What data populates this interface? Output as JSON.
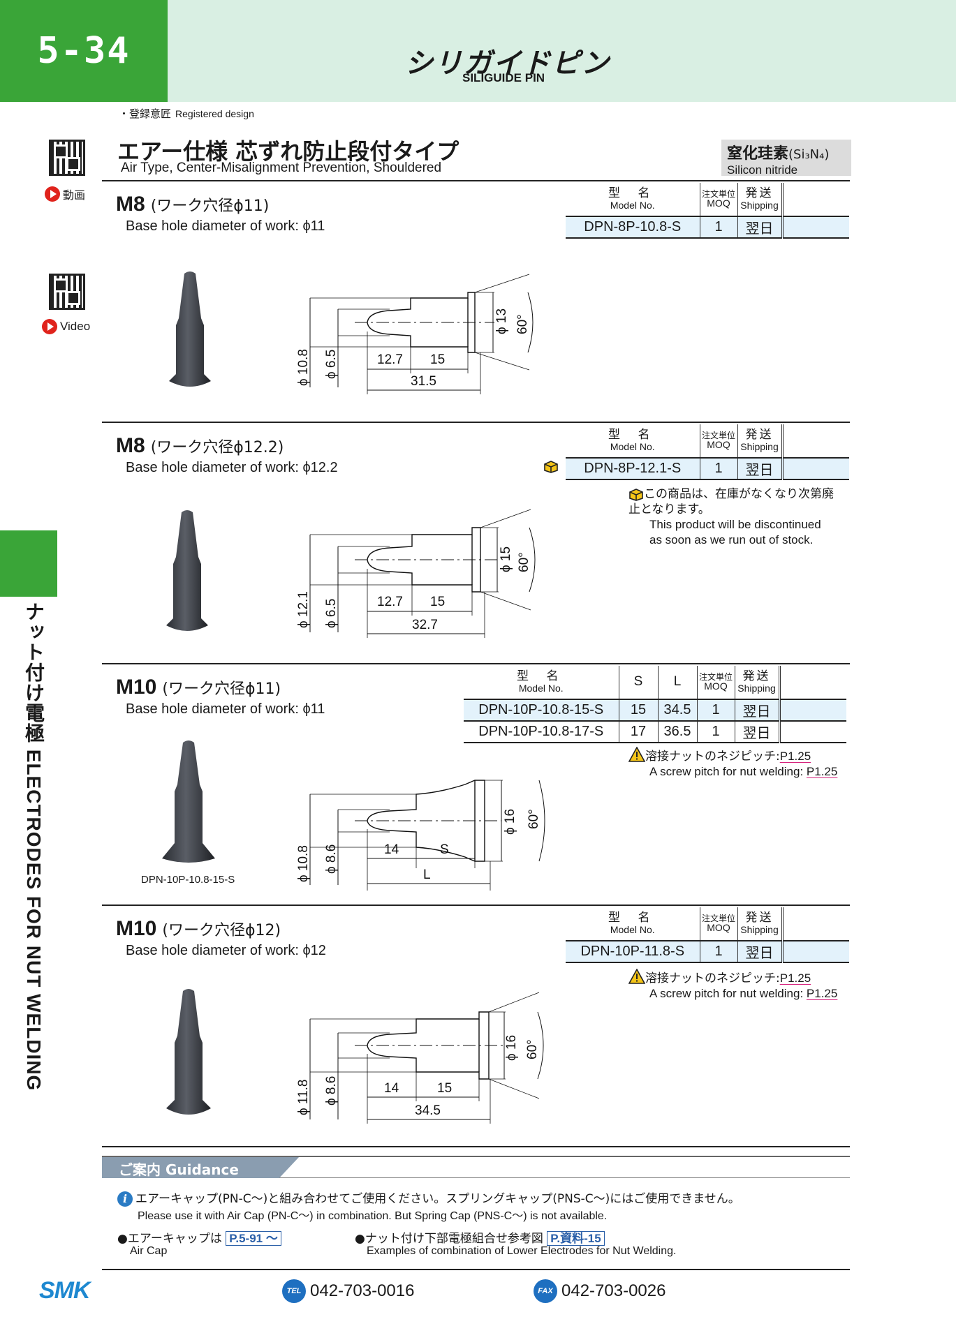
{
  "header": {
    "page_number": "5-34",
    "brand_jp": "シリガイドピン",
    "brand_en": "SILIGUIDE PIN"
  },
  "registered": {
    "jp": "・登録意匠",
    "en": "Registered design"
  },
  "video": {
    "label_jp": "動画",
    "label_en": "Video"
  },
  "title": {
    "jp": "エアー仕様 芯ずれ防止段付タイプ",
    "en": "Air Type, Center-Misalignment Prevention, Shouldered"
  },
  "material": {
    "jp": "窒化珪素",
    "formula": "(Si₃N₄)",
    "en": "Silicon nitride"
  },
  "side_tab": {
    "text": "ナット付け電極 ELECTRODES FOR NUT WELDING"
  },
  "table_headers": {
    "model_jp": "型 名",
    "model_en": "Model No.",
    "moq_jp": "注文単位",
    "moq_en": "MOQ",
    "ship_jp": "発送",
    "ship_en": "Shipping",
    "s": "S",
    "l": "L"
  },
  "sections": [
    {
      "size": "M8",
      "jp": "(ワーク穴径ϕ11)",
      "en": "Base hole diameter of work: ϕ11",
      "rows": [
        {
          "model": "DPN-8P-10.8-S",
          "moq": "1",
          "ship": "翌日"
        }
      ],
      "dims": {
        "d_outer": "ϕ 10.8",
        "d_inner": "ϕ 6.5",
        "d_head": "ϕ 13",
        "angle": "60°",
        "len1": "12.7",
        "len2": "15",
        "total": "31.5"
      }
    },
    {
      "size": "M8",
      "jp": "(ワーク穴径ϕ12.2)",
      "en": "Base hole diameter of work: ϕ12.2",
      "rows": [
        {
          "model": "DPN-8P-12.1-S",
          "moq": "1",
          "ship": "翌日"
        }
      ],
      "note_jp": "この商品は、在庫がなくなり次第廃止となります。",
      "note_en_1": "This product will be discontinued",
      "note_en_2": "as soon as we run out of stock.",
      "dims": {
        "d_outer": "ϕ 12.1",
        "d_inner": "ϕ 6.5",
        "d_head": "ϕ 15",
        "angle": "60°",
        "len1": "12.7",
        "len2": "15",
        "total": "32.7"
      }
    },
    {
      "size": "M10",
      "jp": "(ワーク穴径ϕ11)",
      "en": "Base hole diameter of work: ϕ11",
      "rows": [
        {
          "model": "DPN-10P-10.8-15-S",
          "s": "15",
          "l": "34.5",
          "moq": "1",
          "ship": "翌日"
        },
        {
          "model": "DPN-10P-10.8-17-S",
          "s": "17",
          "l": "36.5",
          "moq": "1",
          "ship": "翌日"
        }
      ],
      "note_jp": "溶接ナットのネジピッチ:",
      "note_pitch": "P1.25",
      "note_en": "A screw pitch for nut welding:",
      "photo_caption": "DPN-10P-10.8-15-S",
      "dims": {
        "d_outer": "ϕ 10.8",
        "d_inner": "ϕ 8.6",
        "d_head": "ϕ 16",
        "angle": "60°",
        "len1": "14",
        "len2": "S",
        "total": "L"
      }
    },
    {
      "size": "M10",
      "jp": "(ワーク穴径ϕ12)",
      "en": "Base hole diameter of work: ϕ12",
      "rows": [
        {
          "model": "DPN-10P-11.8-S",
          "moq": "1",
          "ship": "翌日"
        }
      ],
      "note_jp": "溶接ナットのネジピッチ:",
      "note_pitch": "P1.25",
      "note_en": "A screw pitch for nut welding:",
      "dims": {
        "d_outer": "ϕ 11.8",
        "d_inner": "ϕ 8.6",
        "d_head": "ϕ 16",
        "angle": "60°",
        "len1": "14",
        "len2": "15",
        "total": "34.5"
      }
    }
  ],
  "guidance": {
    "tag": "ご案内 Guidance",
    "info_jp": "エアーキャップ(PN-C〜)と組み合わせてご使用ください。スプリングキャップ(PNS-C〜)にはご使用できません。",
    "info_en": "Please use it with Air Cap (PN-C〜) in combination. But Spring Cap (PNS-C〜) is not available.",
    "aircap_jp": "●エアーキャップは",
    "aircap_link": "P.5-91 〜",
    "aircap_en": "Air Cap",
    "comb_jp": "●ナット付け下部電極組合せ参考図",
    "comb_link": "P.資料-15",
    "comb_en": "Examples of combination of Lower Electrodes for Nut Welding."
  },
  "footer": {
    "logo": "SMK",
    "tel_badge": "TEL",
    "tel": "042-703-0016",
    "fax_badge": "FAX",
    "fax": "042-703-0026"
  }
}
